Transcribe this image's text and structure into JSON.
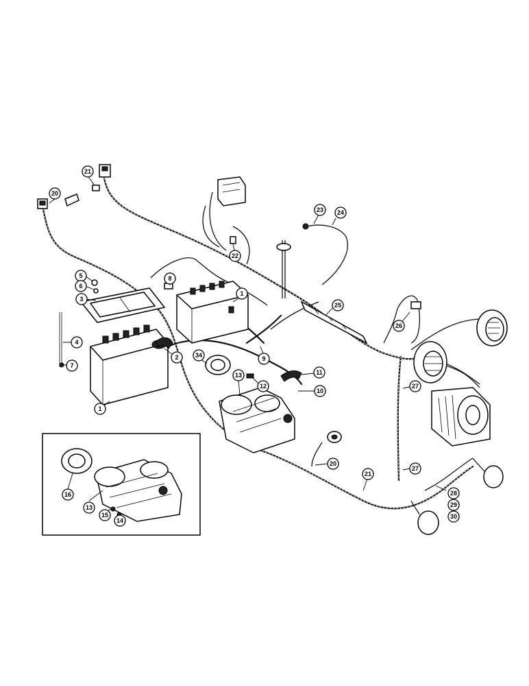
{
  "callouts": [
    {
      "id": "c1a",
      "label": "1"
    },
    {
      "id": "c1b",
      "label": "1"
    },
    {
      "id": "c2",
      "label": "2"
    },
    {
      "id": "c3",
      "label": "3"
    },
    {
      "id": "c4",
      "label": "4"
    },
    {
      "id": "c5",
      "label": "5"
    },
    {
      "id": "c6",
      "label": "6"
    },
    {
      "id": "c7",
      "label": "7"
    },
    {
      "id": "c8",
      "label": "8"
    },
    {
      "id": "c9",
      "label": "9"
    },
    {
      "id": "c10",
      "label": "10"
    },
    {
      "id": "c11",
      "label": "11"
    },
    {
      "id": "c12",
      "label": "12"
    },
    {
      "id": "c13a",
      "label": "13"
    },
    {
      "id": "c13b",
      "label": "13"
    },
    {
      "id": "c14",
      "label": "14"
    },
    {
      "id": "c15",
      "label": "15"
    },
    {
      "id": "c16",
      "label": "16"
    },
    {
      "id": "c20a",
      "label": "20"
    },
    {
      "id": "c20b",
      "label": "20"
    },
    {
      "id": "c21a",
      "label": "21"
    },
    {
      "id": "c21b",
      "label": "21"
    },
    {
      "id": "c22",
      "label": "22"
    },
    {
      "id": "c23",
      "label": "23"
    },
    {
      "id": "c24",
      "label": "24"
    },
    {
      "id": "c25",
      "label": "25"
    },
    {
      "id": "c26",
      "label": "26"
    },
    {
      "id": "c27a",
      "label": "27"
    },
    {
      "id": "c27b",
      "label": "27"
    },
    {
      "id": "c28",
      "label": "28"
    },
    {
      "id": "c29",
      "label": "29"
    },
    {
      "id": "c30",
      "label": "30"
    },
    {
      "id": "c34",
      "label": "34"
    }
  ]
}
